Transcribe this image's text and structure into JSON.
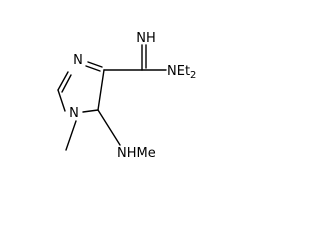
{
  "molecule": {
    "atoms": {
      "ring_n_top": "N",
      "ring_n_methyl": "N",
      "imine": "NH",
      "diethylamino_main": "NEt",
      "diethylamino_sub": "2",
      "methylamino": "NHMe"
    }
  }
}
